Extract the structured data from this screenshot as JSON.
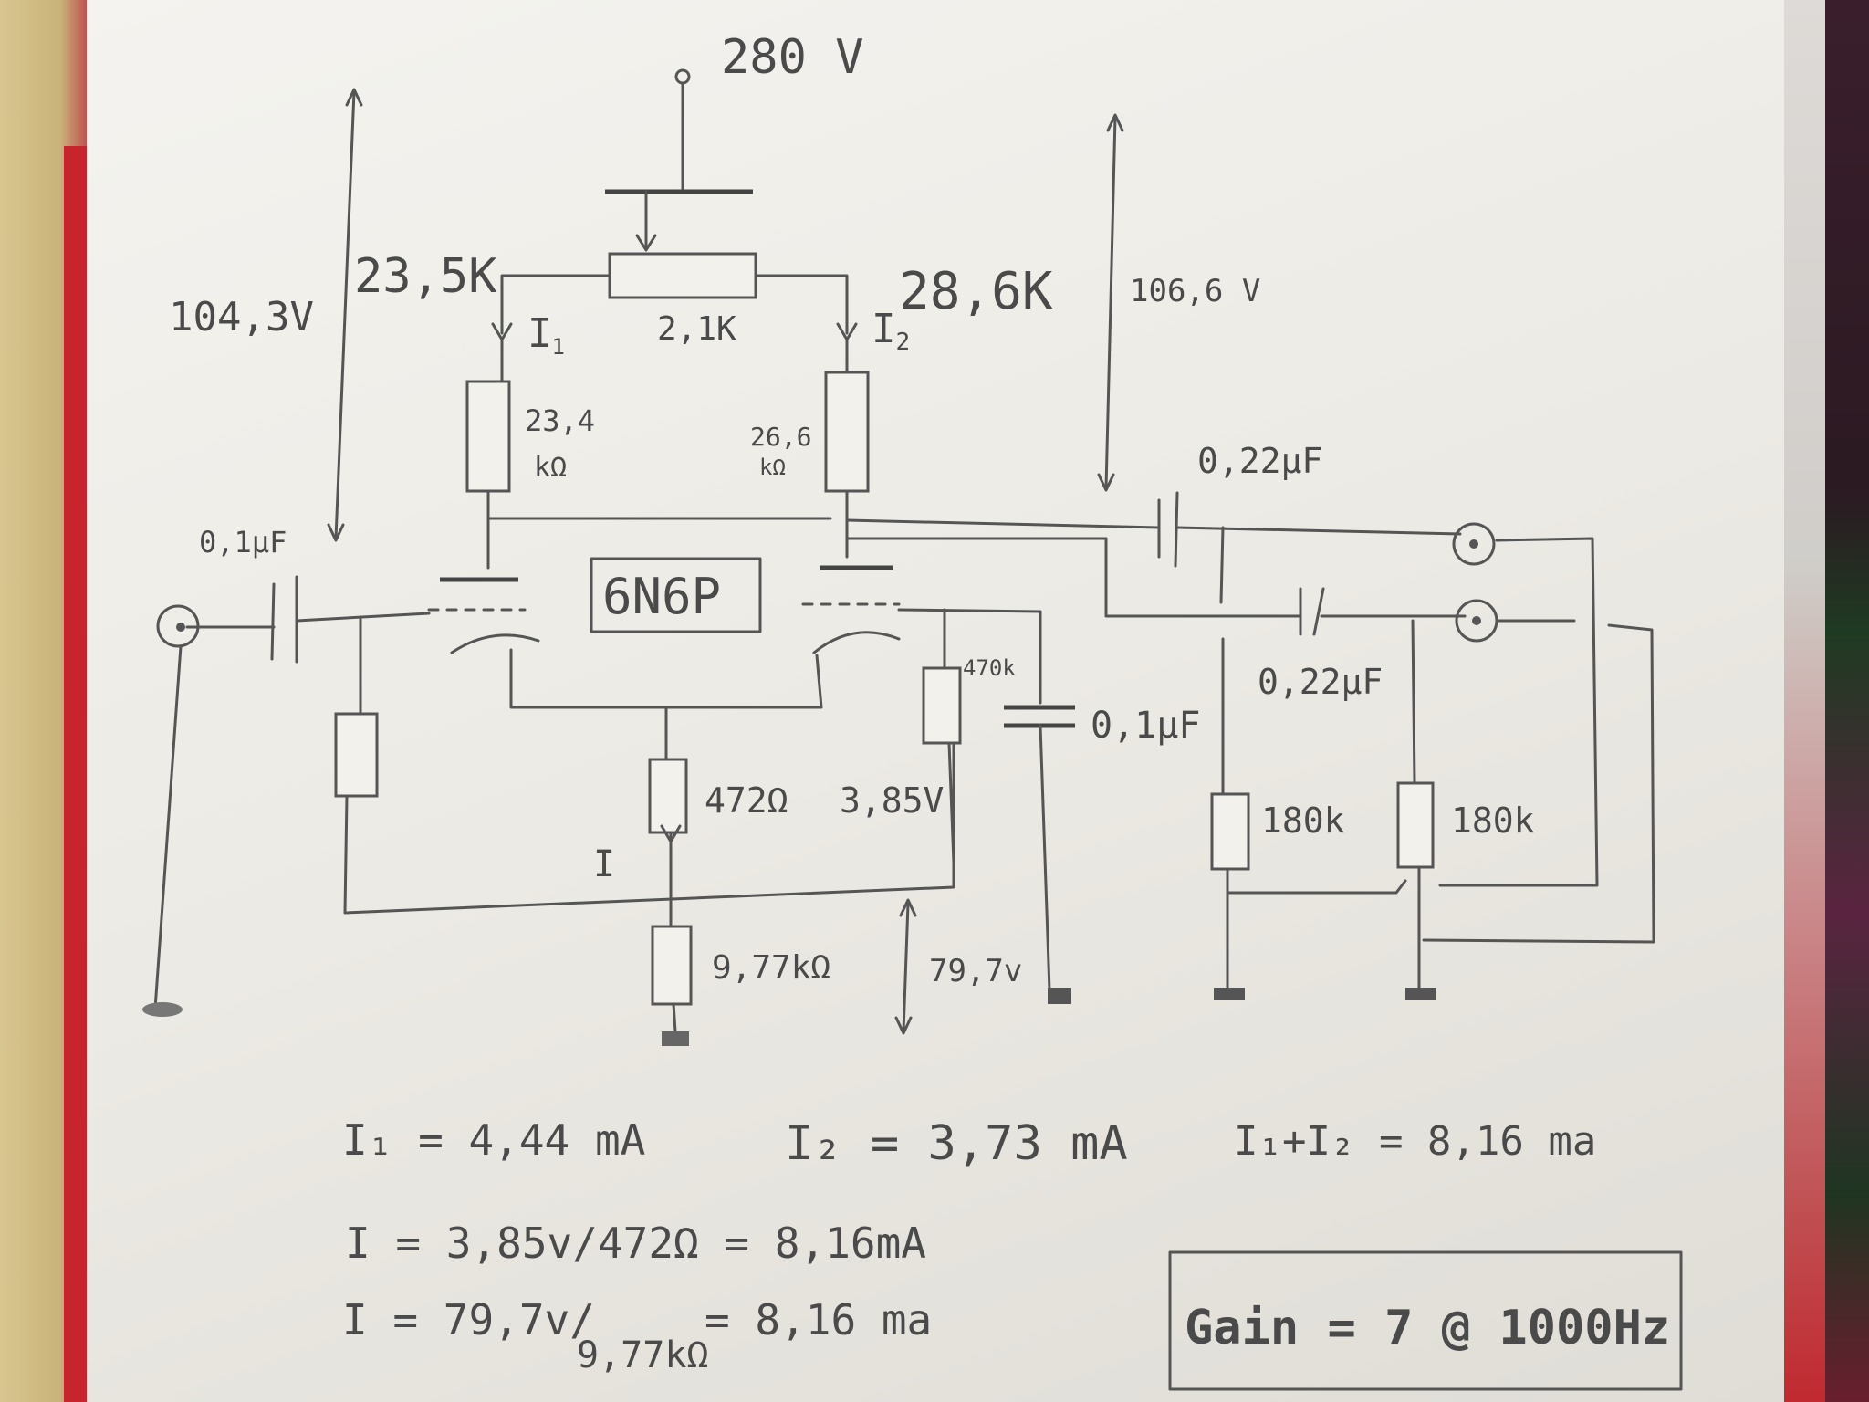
{
  "schematic": {
    "supply": "280 V",
    "pot_left": "23,5K",
    "pot_value": "2,1K",
    "pot_right": "28,6K",
    "i1_label": "I",
    "i1_sub": "1",
    "i2_label": "I",
    "i2_sub": "2",
    "v_left": "104,3V",
    "v_right": "106,6 V",
    "r_plate1_a": "23,4",
    "r_plate1_b": "kΩ",
    "r_plate2_a": "26,6",
    "r_plate2_b": "kΩ",
    "tube": "6N6P",
    "c_in": "0,1μF",
    "c_out1": "0,22μF",
    "c_out2": "0,22μF",
    "r_grid2": "470k",
    "c_bypass": "0,1μF",
    "r_cathode": "472Ω",
    "v_cathode": "3,85V",
    "i_label": "I",
    "r_tail": "9,77kΩ",
    "v_tail": "79,7v",
    "r_load1": "180k",
    "r_load2": "180k"
  },
  "equations": {
    "eq_i1": "I₁ = 4,44 mA",
    "eq_i2": "I₂ = 3,73 mA",
    "eq_sum": "I₁+I₂ = 8,16 ma",
    "eq_i_cathode": "I = 3,85v/472Ω = 8,16mA",
    "eq_i_tail_a": "I = 79,7v/",
    "eq_i_tail_b": "9,77kΩ",
    "eq_i_tail_c": "= 8,16 ma",
    "gain": "Gain = 7 @ 1000Hz"
  },
  "colors": {
    "ink": "#4a4a4a",
    "paper": "#f1f0eb"
  }
}
